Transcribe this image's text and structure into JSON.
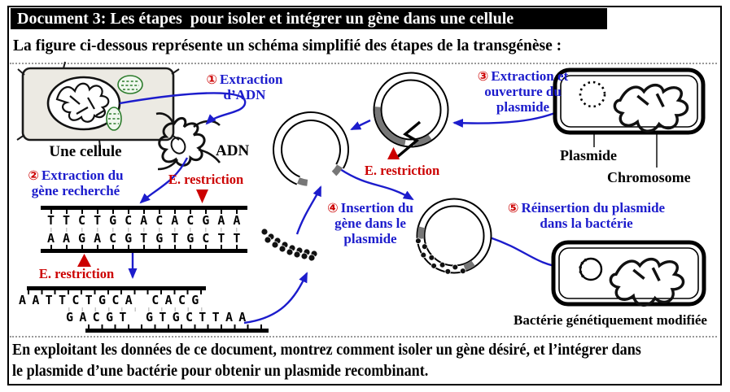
{
  "title": "Document 3: Les étapes  pour isoler et intégrer un gène dans une cellule",
  "subtitle": "La figure ci-dessous représente un schéma simplifié des étapes de la transgénèse :",
  "question": {
    "line1": "En exploitant les données de ce document, montrez comment isoler un gène désiré, et l’intégrer dans",
    "line2": "le plasmide d’une bactérie pour obtenir un plasmide recombinant."
  },
  "steps": {
    "s1": {
      "num": "①",
      "text": "Extraction\nd’ADN"
    },
    "s2": {
      "num": "②",
      "text": "Extraction du\ngène recherché"
    },
    "s3": {
      "num": "③",
      "text": "Extraction et\nouverture du\nplasmide"
    },
    "s4": {
      "num": "④",
      "text": "Insertion du\ngène dans le\nplasmide"
    },
    "s5": {
      "num": "⑤",
      "text": "Réinsertion du plasmide\ndans la bactérie"
    }
  },
  "labels": {
    "cell": "Une cellule",
    "adn": "ADN",
    "e_restriction_1": "E. restriction",
    "e_restriction_2": "E. restriction",
    "e_restriction_3": "E. restriction",
    "plasmide": "Plasmide",
    "chromosome": "Chromosome",
    "bacterie_modifiee": "Bactérie génétiquement modifiée"
  },
  "dna": {
    "strand1_top": "TTCTGCACACGAA",
    "strand1_bottom": "AAGACGTGTGCTT",
    "strand2_top": "AATTCTGCA CACG",
    "strand2_bottom": "GACGT GTGCTTAA"
  },
  "colors": {
    "accent_blue": "#1c1ccc",
    "accent_red": "#cc0000",
    "plasmid_gray": "#777777"
  }
}
